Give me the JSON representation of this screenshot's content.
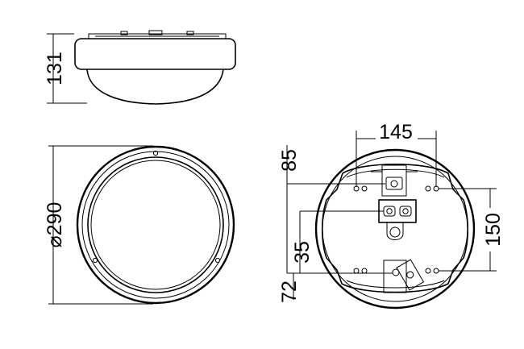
{
  "dimensions": {
    "height": "131",
    "diameter": "290",
    "top_spacing": "145",
    "right_spacing": "150",
    "left_upper": "85",
    "left_mid": "35",
    "left_lower": "72"
  },
  "colors": {
    "ink": "#000000",
    "background": "#ffffff"
  }
}
